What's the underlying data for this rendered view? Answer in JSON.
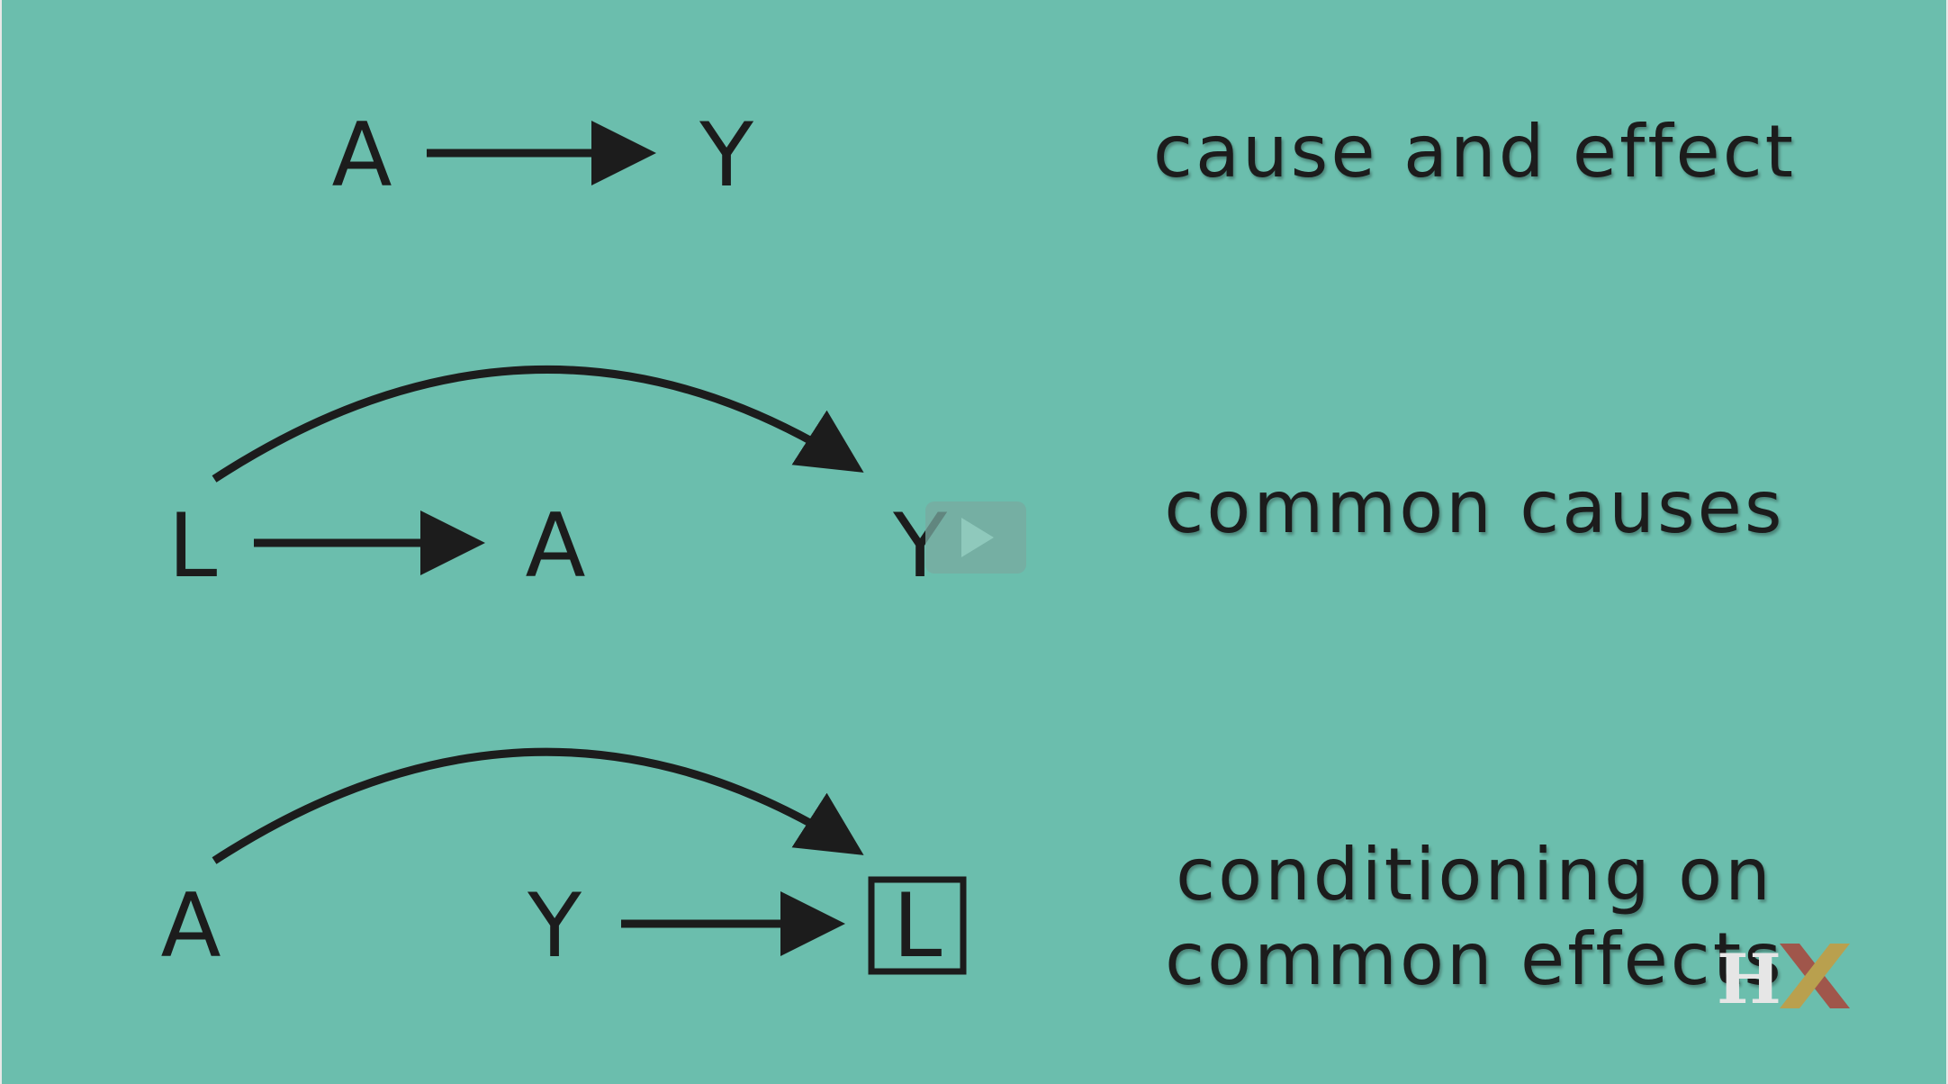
{
  "rows": [
    {
      "caption": [
        "cause and effect"
      ],
      "nodes": [
        "A",
        "Y"
      ]
    },
    {
      "caption": [
        "common causes"
      ],
      "nodes": [
        "L",
        "A",
        "Y"
      ]
    },
    {
      "caption": [
        "conditioning on",
        "common effects"
      ],
      "nodes": [
        "A",
        "Y",
        "L"
      ]
    }
  ],
  "logo": {
    "letters": [
      "H",
      "X"
    ],
    "colors": [
      "#e6e6e6",
      "#a0564b",
      "#b9a04e"
    ]
  },
  "colors": {
    "background": "#6bbead",
    "ink": "#1c1c1c"
  }
}
